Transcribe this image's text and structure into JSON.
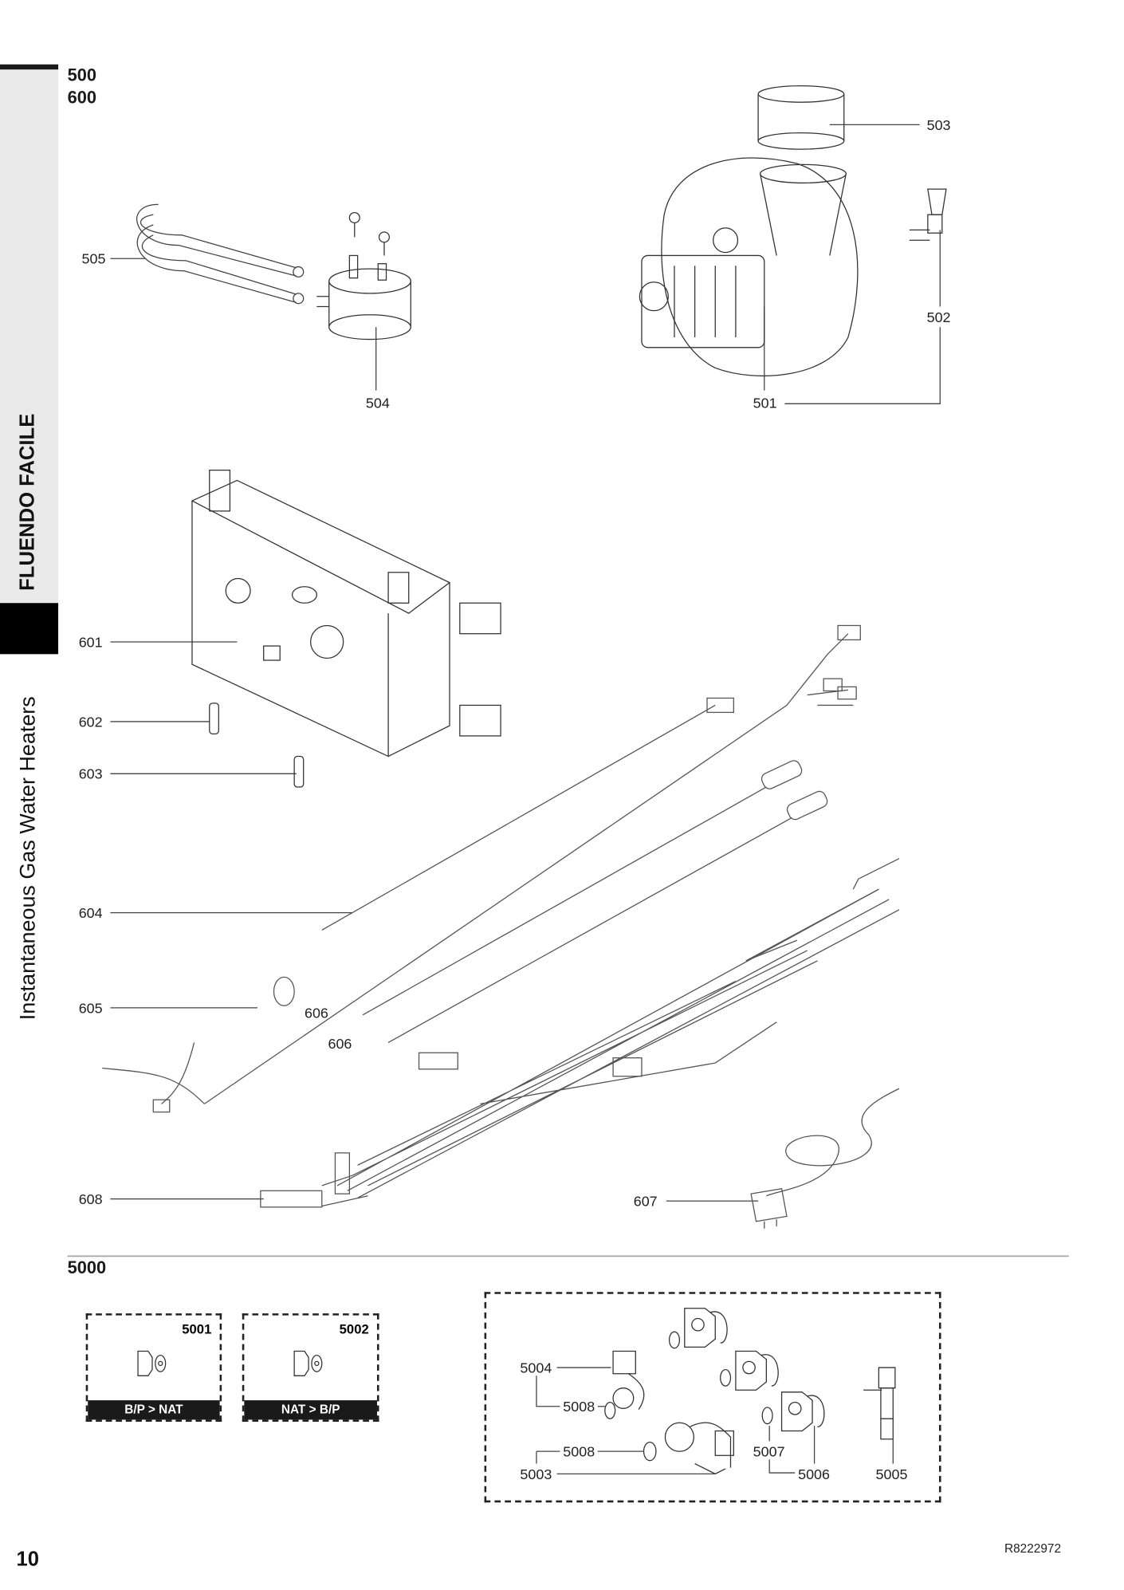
{
  "header": {
    "sections": [
      "500",
      "600"
    ]
  },
  "sidebar": {
    "brand": "FLUENDO FACILE",
    "subtitle": "Instantaneous Gas Water Heaters"
  },
  "parts_600_500": {
    "p503": "503",
    "p502": "502",
    "p501": "501",
    "p505": "505",
    "p504": "504",
    "p601": "601",
    "p602": "602",
    "p603": "603",
    "p604": "604",
    "p605": "605",
    "p606a": "606",
    "p606b": "606",
    "p608": "608",
    "p607": "607"
  },
  "section_5000": {
    "title": "5000",
    "kit1": {
      "number": "5001",
      "tag": "B/P > NAT"
    },
    "kit2": {
      "number": "5002",
      "tag": "NAT > B/P"
    },
    "labels": {
      "p5004": "5004",
      "p5008a": "5008",
      "p5008b": "5008",
      "p5003": "5003",
      "p5007": "5007",
      "p5006": "5006",
      "p5005": "5005"
    }
  },
  "footer": {
    "page_number": "10",
    "doc_code": "R8222972"
  }
}
